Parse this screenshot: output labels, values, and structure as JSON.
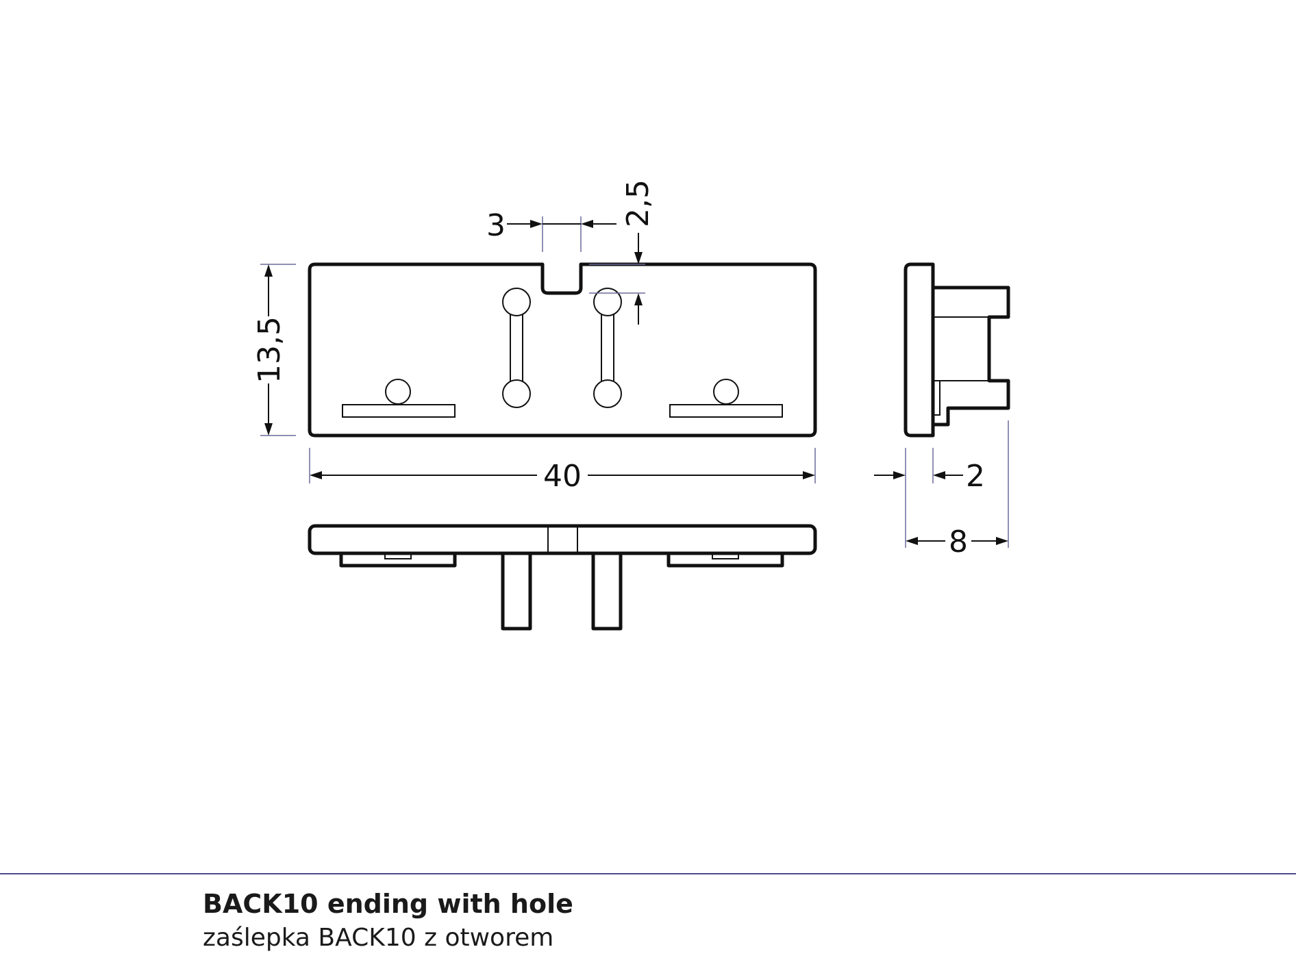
{
  "caption": {
    "title": "BACK10 ending with hole",
    "subtitle": "zaślepka BACK10 z otworem"
  },
  "dimensions": {
    "height": "13,5",
    "length": "40",
    "slot_width": "3",
    "slot_depth": "2,5",
    "cap_thickness": "2",
    "depth": "8"
  },
  "colors": {
    "lines": "#111111",
    "extension_lines": "#6a6a9a",
    "divider": "#4b4b8f"
  }
}
